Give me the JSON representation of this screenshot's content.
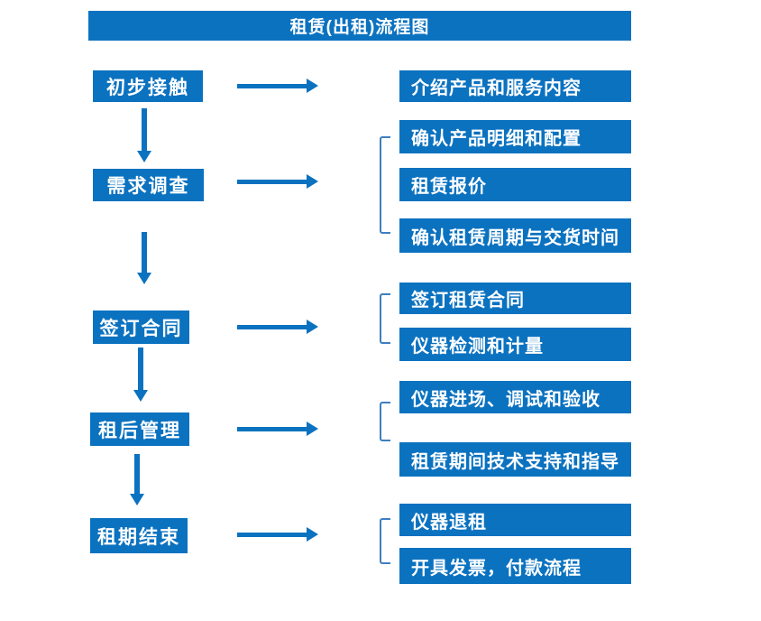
{
  "title": "租赁(出租)流程图",
  "colors": {
    "box_blue": "#0b72c0",
    "bracket_blue": "#3d7fc1",
    "text_white": "#ffffff",
    "background": "#ffffff"
  },
  "stages": [
    {
      "label": "初步接触",
      "children": [
        "介绍产品和服务内容"
      ]
    },
    {
      "label": "需求调查",
      "children": [
        "确认产品明细和配置",
        "租赁报价",
        "确认租赁周期与交货时间"
      ]
    },
    {
      "label": "签订合同",
      "children": [
        "签订租赁合同",
        "仪器检测和计量"
      ]
    },
    {
      "label": "租后管理",
      "children": [
        "仪器进场、调试和验收",
        "租赁期间技术支持和指导"
      ]
    },
    {
      "label": "租期结束",
      "children": [
        "仪器退租",
        "开具发票，付款流程"
      ]
    }
  ]
}
